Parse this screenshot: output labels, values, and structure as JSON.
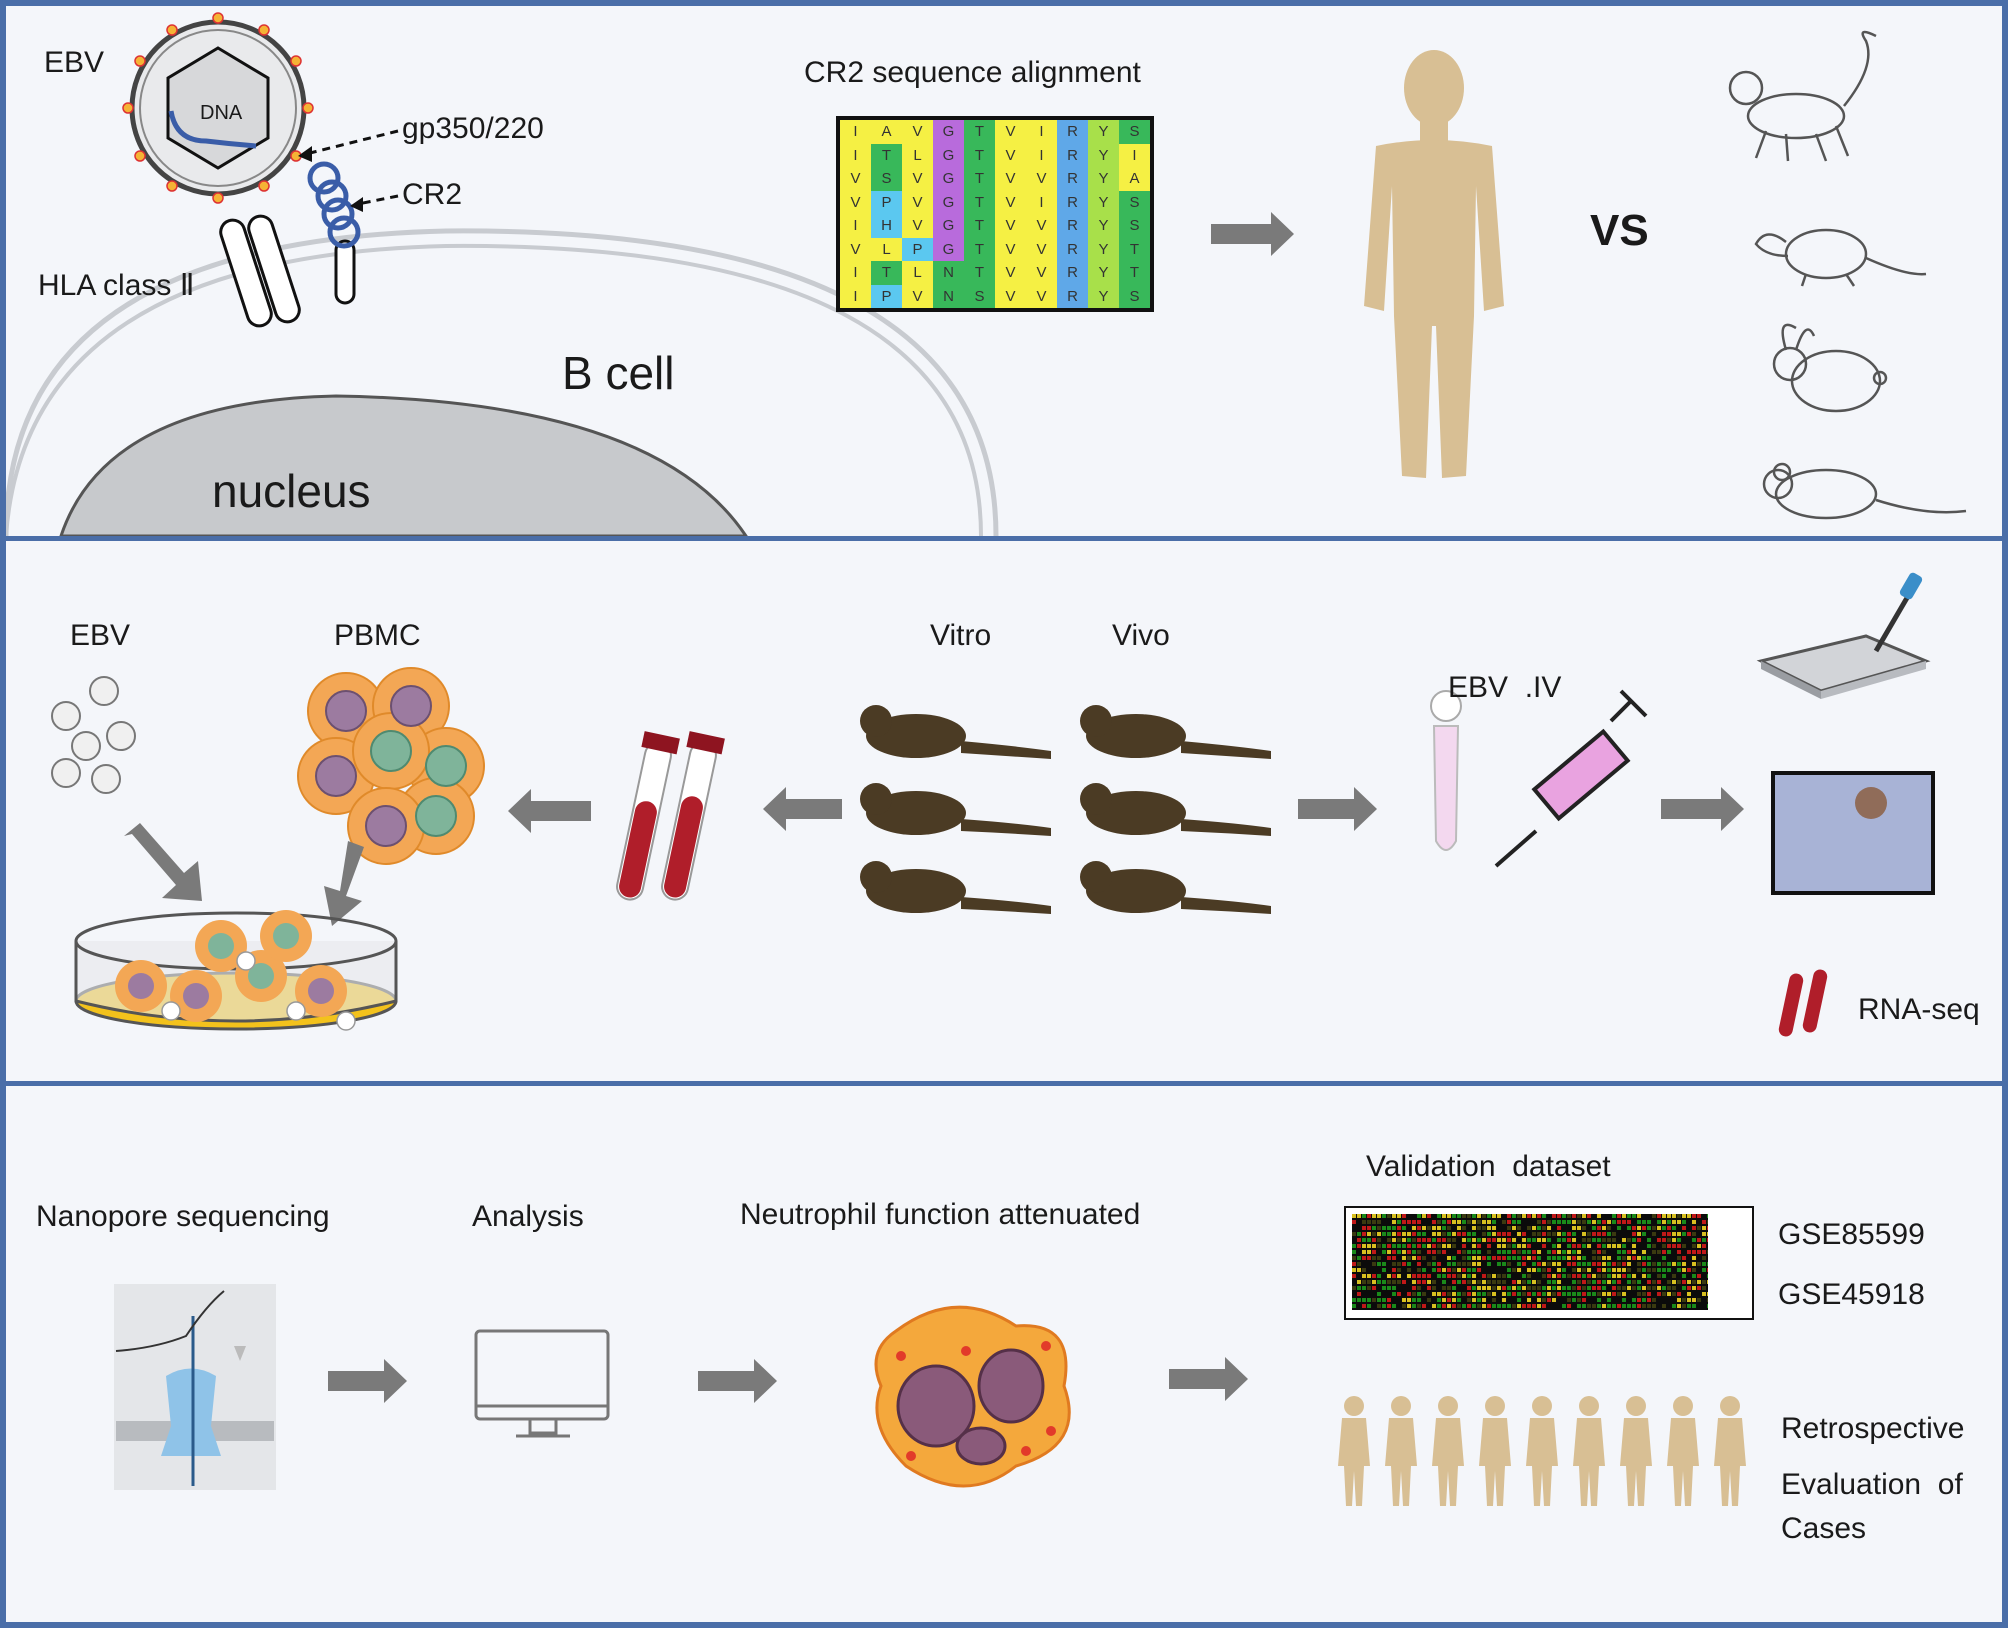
{
  "panel1": {
    "ebv_label": "EBV",
    "dna_label": "DNA",
    "gp_label": "gp350/220",
    "cr2_label": "CR2",
    "hla_label": "HLA class Ⅱ",
    "bcell_label": "B cell",
    "nucleus_label": "nucleus",
    "alignment_title": "CR2 sequence alignment",
    "alignment_rows": [
      [
        "I",
        "A",
        "V",
        "G",
        "T",
        "V",
        "I",
        "R",
        "Y",
        "S"
      ],
      [
        "I",
        "T",
        "L",
        "G",
        "T",
        "V",
        "I",
        "R",
        "Y",
        "I"
      ],
      [
        "V",
        "S",
        "V",
        "G",
        "T",
        "V",
        "V",
        "R",
        "Y",
        "A"
      ],
      [
        "V",
        "P",
        "V",
        "G",
        "T",
        "V",
        "I",
        "R",
        "Y",
        "S"
      ],
      [
        "I",
        "H",
        "V",
        "G",
        "T",
        "V",
        "V",
        "R",
        "Y",
        "S"
      ],
      [
        "V",
        "L",
        "P",
        "G",
        "T",
        "V",
        "V",
        "R",
        "Y",
        "T"
      ],
      [
        "I",
        "T",
        "L",
        "N",
        "T",
        "V",
        "V",
        "R",
        "Y",
        "T"
      ],
      [
        "I",
        "P",
        "V",
        "N",
        "S",
        "V",
        "V",
        "R",
        "Y",
        "S"
      ]
    ],
    "vs_label": "VS"
  },
  "panel2": {
    "ebv_label": "EBV",
    "pbmc_label": "PBMC",
    "vitro_label": "Vitro",
    "vivo_label": "Vivo",
    "ebv_iv_label": "EBV  .IV",
    "rnaseq_label": "RNA-seq"
  },
  "panel3": {
    "nanopore_label": "Nanopore sequencing",
    "analysis_label": "Analysis",
    "neutrophil_label": "Neutrophil function attenuated",
    "validation_label": "Validation  dataset",
    "gse1": "GSE85599",
    "gse2": "GSE45918",
    "retro_line1": "Retrospective",
    "retro_line2": "Evaluation  of",
    "retro_line3": "Cases"
  },
  "colors": {
    "border": "#4a6ea8",
    "arrow": "#7a7a7a",
    "skin": "#d8bf94",
    "blood": "#b01e2a",
    "virus_blue": "#3a5da8"
  }
}
